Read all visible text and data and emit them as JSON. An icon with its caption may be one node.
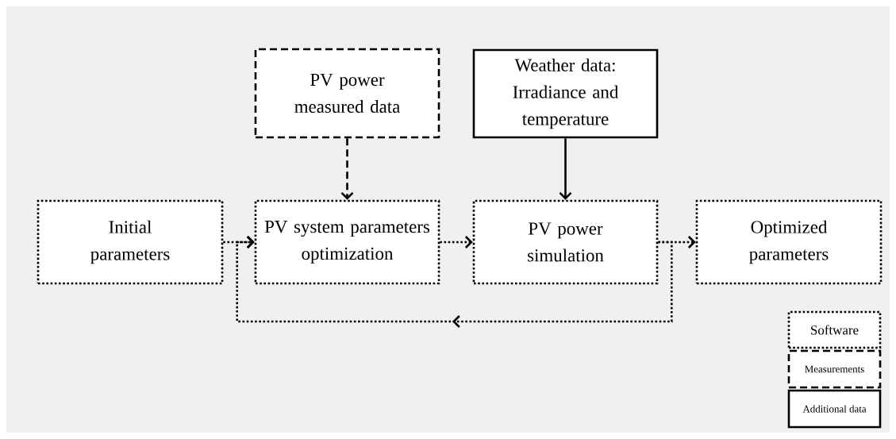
{
  "diagram": {
    "nodes": [
      {
        "text": [
          "PV power measured data"
        ]
      },
      {
        "text": [
          "Weather data: Irradiance and temperature"
        ]
      },
      {
        "text": [
          "Initial parameters"
        ]
      },
      {
        "text": [
          "PV system parameters optimization"
        ]
      },
      {
        "text": [
          "PV power simulation"
        ]
      },
      {
        "text": [
          "Optimized parameters"
        ]
      }
    ],
    "edges": [
      {
        "from": 0,
        "to": 3,
        "arrow": "to",
        "style": "dashed"
      },
      {
        "from": 1,
        "to": 4,
        "arrow": "to"
      },
      {
        "from": 2,
        "to": 3,
        "arrow": "to",
        "style": "dashed"
      },
      {
        "from": 3,
        "to": 4,
        "arrow": "to",
        "style": "dashed"
      },
      {
        "from": 4,
        "to": 5,
        "arrow": "to",
        "style": "dashed"
      },
      {
        "from": 4,
        "to": 3,
        "arrow": "to",
        "style": "dashed"
      }
    ],
    "legend": [
      {
        "text": "Software"
      },
      {
        "text": "Measurements"
      },
      {
        "text": "Additional data"
      }
    ]
  }
}
